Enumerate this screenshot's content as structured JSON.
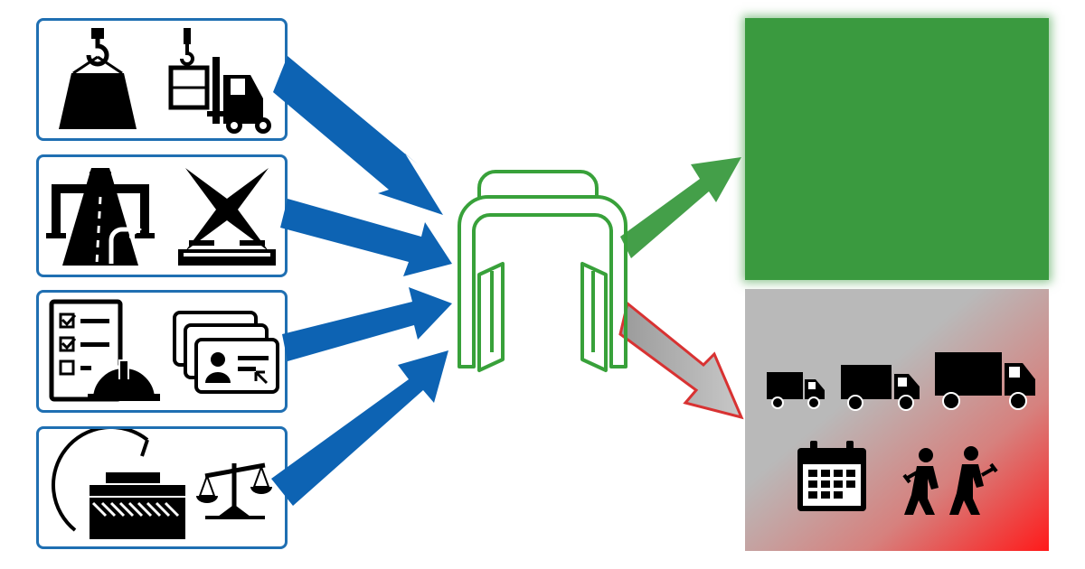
{
  "diagram": {
    "input_panels": [
      {
        "id": "lifting",
        "icons": [
          "crane-hook-load-icon",
          "forklift-with-hoist-icon"
        ]
      },
      {
        "id": "transport-route",
        "icons": [
          "gantry-road-route-icon",
          "crossed-beam-support-icon"
        ]
      },
      {
        "id": "permits-training",
        "icons": [
          "checklist-hard-hat-icon",
          "id-card-stack-icon"
        ]
      },
      {
        "id": "ground-compliance",
        "icons": [
          "ground-bearing-gauge-icon",
          "balance-scale-icon"
        ]
      }
    ],
    "hub": {
      "icon": "headset-hub-icon"
    },
    "outcomes": {
      "success": {
        "color": "#3a9a3f"
      },
      "risk": {
        "icons": [
          "truck-small-icon",
          "truck-medium-icon",
          "truck-large-icon",
          "calendar-icon",
          "workers-icon"
        ]
      }
    },
    "colors": {
      "input_arrow": "#0d63b3",
      "success_arrow": "#3a9a3f",
      "risk_arrow": "#d83232",
      "panel_border": "#1f6fb2"
    }
  }
}
